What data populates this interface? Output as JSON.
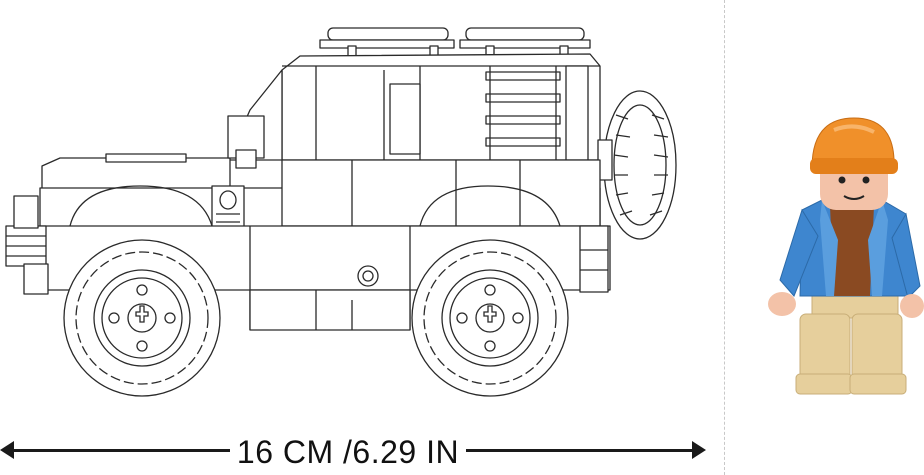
{
  "dimension": {
    "label": "16 CM /6.29 IN"
  },
  "colors": {
    "outline": "#2a2a2a",
    "vehicle_fill": "#ffffff",
    "hat": "#f0902a",
    "jacket": "#3e86cf",
    "shirt": "#8a4a22",
    "skin": "#f3c2a8",
    "pants": "#e6cf9c",
    "dimension_line": "#1a1a1a"
  },
  "icons": {
    "vehicle": "offroad-suv-line-drawing",
    "minifigure": "figure-with-orange-cap"
  }
}
